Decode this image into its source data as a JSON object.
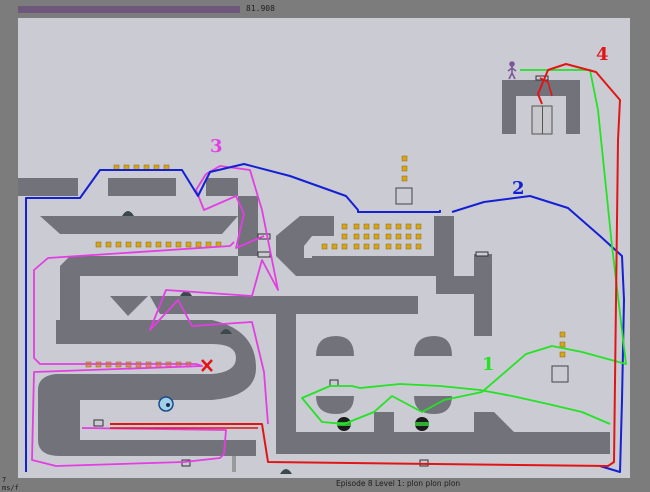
{
  "hud": {
    "time_value": "81.908",
    "time_fraction": 1.0,
    "corner_stat_line1": "7",
    "corner_stat_line2": "ms/f"
  },
  "footer": {
    "episode_text": "Episode 8 Level 1: plon plon plon"
  },
  "route_labels": {
    "route1": "1",
    "route2": "2",
    "route3": "3",
    "route4": "4"
  },
  "colors": {
    "background": "#7c7c7c",
    "level_floor": "#cbcbd3",
    "wall": "#72727b",
    "route1": "#24e224",
    "route2": "#1420d4",
    "route3": "#e23ee2",
    "route4": "#e01616",
    "gold": "#d6a418",
    "ninja": "#7a5a96",
    "death_mark": "#e01616"
  },
  "icons": {
    "ninja": "ninja-icon",
    "exit_door": "exit-door-icon",
    "death_mark": "death-x-icon",
    "drone": "drone-icon",
    "mine": "mine-icon",
    "turret": "turret-icon"
  }
}
